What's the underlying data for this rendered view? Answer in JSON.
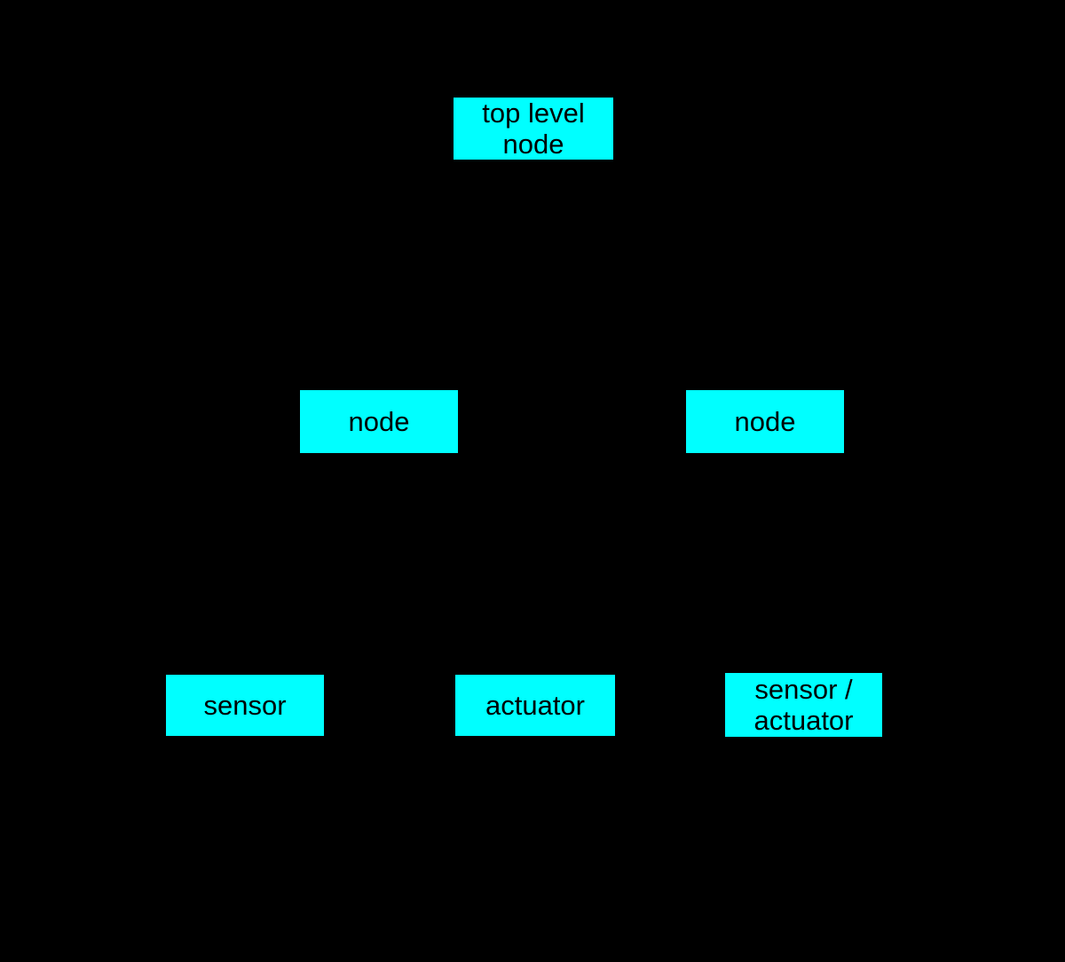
{
  "diagram": {
    "background": "#000000",
    "node_fill": "#00ffff",
    "node_text_color": "#000000",
    "nodes": [
      {
        "id": "top-level-node",
        "label": "top level node",
        "text": "top level\nnode"
      },
      {
        "id": "node-left",
        "label": "node",
        "text": "node"
      },
      {
        "id": "node-right",
        "label": "node",
        "text": "node"
      },
      {
        "id": "sensor",
        "label": "sensor",
        "text": "sensor"
      },
      {
        "id": "actuator",
        "label": "actuator",
        "text": "actuator"
      },
      {
        "id": "sensor-actuator",
        "label": "sensor / actuator",
        "text": "sensor /\nactuator"
      }
    ]
  }
}
